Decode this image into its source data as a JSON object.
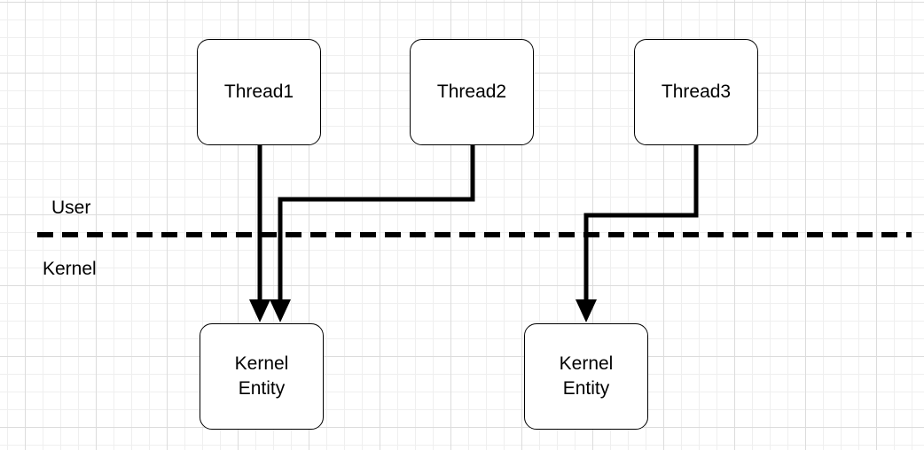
{
  "labels": {
    "user": "User",
    "kernel": "Kernel"
  },
  "threads": [
    {
      "label": "Thread1"
    },
    {
      "label": "Thread2"
    },
    {
      "label": "Thread3"
    }
  ],
  "kernel_entities": [
    {
      "label": "Kernel\nEntity"
    },
    {
      "label": "Kernel\nEntity"
    }
  ],
  "connections": [
    {
      "from": "Thread1",
      "to": "kernel_entities.0"
    },
    {
      "from": "Thread2",
      "to": "kernel_entities.0"
    },
    {
      "from": "Thread3",
      "to": "kernel_entities.1"
    }
  ],
  "colors": {
    "stroke": "#000000",
    "grid_major": "#dcdcdc",
    "grid_minor": "#efefef",
    "background": "#ffffff"
  }
}
